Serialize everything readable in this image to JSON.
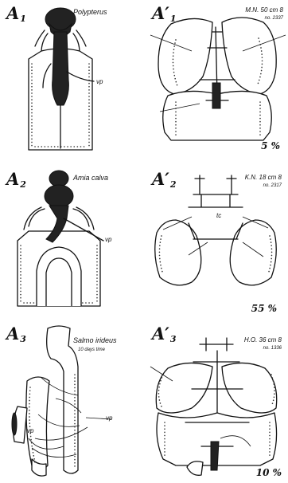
{
  "panels": [
    {
      "label": "A",
      "sub": "1",
      "species": "Polypterus",
      "vessel_label": "vp"
    },
    {
      "label": "A′",
      "sub": "1",
      "meta1": "M.N. 50 cm 8",
      "meta2": "no. 2337",
      "percent": "5 %"
    },
    {
      "label": "A",
      "sub": "2",
      "species": "Amia calva",
      "vessel_label": "vp"
    },
    {
      "label": "A′",
      "sub": "2",
      "meta1": "K.N. 18 cm 8",
      "meta2": "no. 2317",
      "percent": "55 %"
    },
    {
      "label": "A",
      "sub": "3",
      "species": "Salmo irideus",
      "species_note": "10 days time",
      "vessel_label": "vp",
      "vessel_label_left": "vp"
    },
    {
      "label": "A′",
      "sub": "3",
      "meta1": "H.O. 36 cm 8",
      "meta2": "no. 1336",
      "percent": "10 %"
    }
  ],
  "small_label_tc": "tc"
}
